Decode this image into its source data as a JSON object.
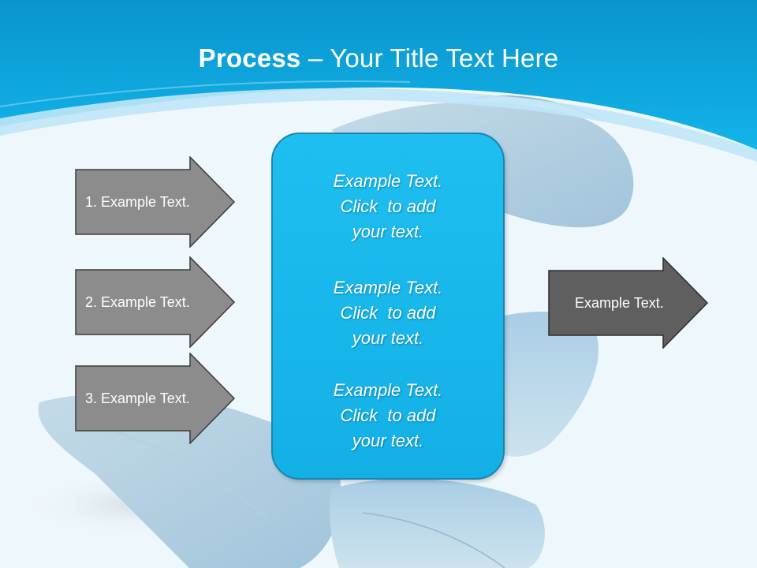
{
  "slide": {
    "title_bold": "Process",
    "title_dash": " – ",
    "title_rest": "Your Title Text Here",
    "colors": {
      "header_blue": "#0aa6dd",
      "center_box": "#1ab8ec",
      "arrow_gray": "#8c8c8c",
      "arrow_dark": "#5f5f5f",
      "background": "#eef7fb"
    }
  },
  "left_arrows": [
    {
      "label": "1. Example Text."
    },
    {
      "label": "2. Example Text."
    },
    {
      "label": "3. Example Text."
    }
  ],
  "center_box": {
    "blocks": [
      {
        "line1": "Example Text.",
        "line2": "Click  to add",
        "line3": "your text."
      },
      {
        "line1": "Example Text.",
        "line2": "Click  to add",
        "line3": "your text."
      },
      {
        "line1": "Example Text.",
        "line2": "Click  to add",
        "line3": "your text."
      }
    ]
  },
  "right_arrow": {
    "label": "Example Text."
  },
  "decor": {
    "background_image": "butterfly-image"
  }
}
